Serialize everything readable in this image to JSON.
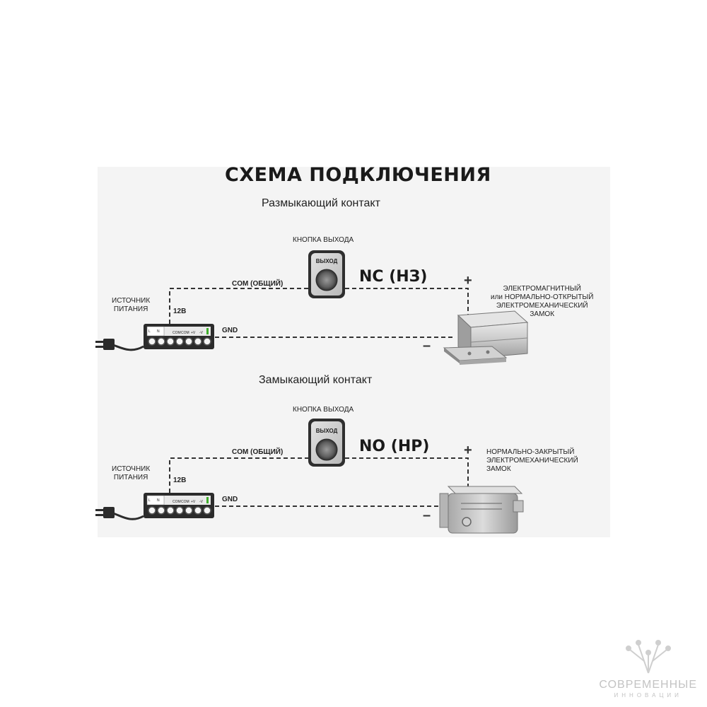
{
  "title": "СХЕМА ПОДКЛЮЧЕНИЯ",
  "sections": [
    {
      "subtitle": "Размыкающий контакт",
      "button_caption": "КНОПКА ВЫХОДА",
      "button_text": "ВЫХОД",
      "mode_label": "NC (НЗ)",
      "com_label": "COM (ОБЩИЙ)",
      "source_label": [
        "ИСТОЧНИК",
        "ПИТАНИЯ"
      ],
      "voltage_label": "12В",
      "gnd_label": "GND",
      "plus": "+",
      "minus": "–",
      "lock_label": [
        "ЭЛЕКТРОМАГНИТНЫЙ",
        "или НОРМАЛЬНО-ОТКРЫТЫЙ",
        "ЭЛЕКТРОМЕХАНИЧЕСКИЙ",
        "ЗАМОК"
      ],
      "psu_terminals": [
        "L",
        "N",
        "COM",
        "COM",
        "+V",
        "-V"
      ]
    },
    {
      "subtitle": "Замыкающий контакт",
      "button_caption": "КНОПКА ВЫХОДА",
      "button_text": "ВЫХОД",
      "mode_label": "NO (НР)",
      "com_label": "COM (ОБЩИЙ)",
      "source_label": [
        "ИСТОЧНИК",
        "ПИТАНИЯ"
      ],
      "voltage_label": "12В",
      "gnd_label": "GND",
      "plus": "+",
      "minus": "–",
      "lock_label": [
        "НОРМАЛЬНО-ЗАКРЫТЫЙ",
        "ЭЛЕКТРОМЕХАНИЧЕСКИЙ",
        "ЗАМОК"
      ],
      "psu_terminals": [
        "L",
        "N",
        "COM",
        "COM",
        "+V",
        "-V"
      ]
    }
  ],
  "brand": {
    "line1": "СОВРЕМЕННЫЕ",
    "line2": "ИННОВАЦИИ",
    "logo_icon": "circuit-tree-logo"
  },
  "colors": {
    "panel_bg": "#f4f4f4",
    "wire": "#333333",
    "device_dark": "#2b2b2b",
    "button_face": "#cfcfcf",
    "led_green": "#3fae2a"
  }
}
